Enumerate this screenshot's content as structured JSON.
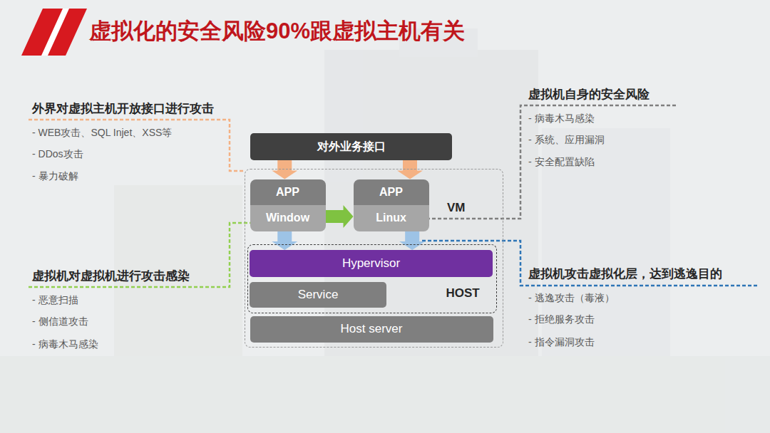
{
  "diagram": {
    "title": "虚拟化的安全风险90%跟虚拟主机有关",
    "nodes": [
      {
        "text": [
          "对外业务接口"
        ]
      },
      {
        "text": [
          "VM"
        ]
      },
      {
        "text": [
          "APP",
          "Window"
        ],
        "in": 1
      },
      {
        "text": [
          "APP",
          "Linux"
        ],
        "in": 1
      },
      {
        "text": [
          "HOST"
        ],
        "in": 1
      },
      {
        "text": [
          "Hypervisor"
        ],
        "in": 4
      },
      {
        "text": [
          "Service"
        ],
        "in": 4
      },
      {
        "text": [
          "Host server"
        ],
        "in": 1
      }
    ],
    "edges": [
      {
        "from": 0,
        "to": 2,
        "arrow": "to"
      },
      {
        "from": 0,
        "to": 3,
        "arrow": "to"
      },
      {
        "from": 2,
        "to": 3,
        "arrow": "to"
      },
      {
        "from": 2,
        "to": 5,
        "arrow": "to"
      },
      {
        "from": 3,
        "to": 5,
        "arrow": "to"
      }
    ],
    "labels": [
      "外界对虚拟主机开放接口进行攻击",
      "- WEB攻击、SQL Injet、XSS等",
      "- DDos攻击",
      "- 暴力破解",
      "虚拟机自身的安全风险",
      "- 病毒木马感染",
      "- 系统、应用漏洞",
      "- 安全配置缺陷",
      "虚拟机对虚拟机进行攻击感染",
      "- 恶意扫描",
      "- 侧信道攻击",
      "- 病毒木马感染",
      "虚拟机攻击虚拟化层，达到逃逸目的",
      "- 逃逸攻击（毒液）",
      "- 拒绝服务攻击",
      "- 指令漏洞攻击"
    ]
  }
}
